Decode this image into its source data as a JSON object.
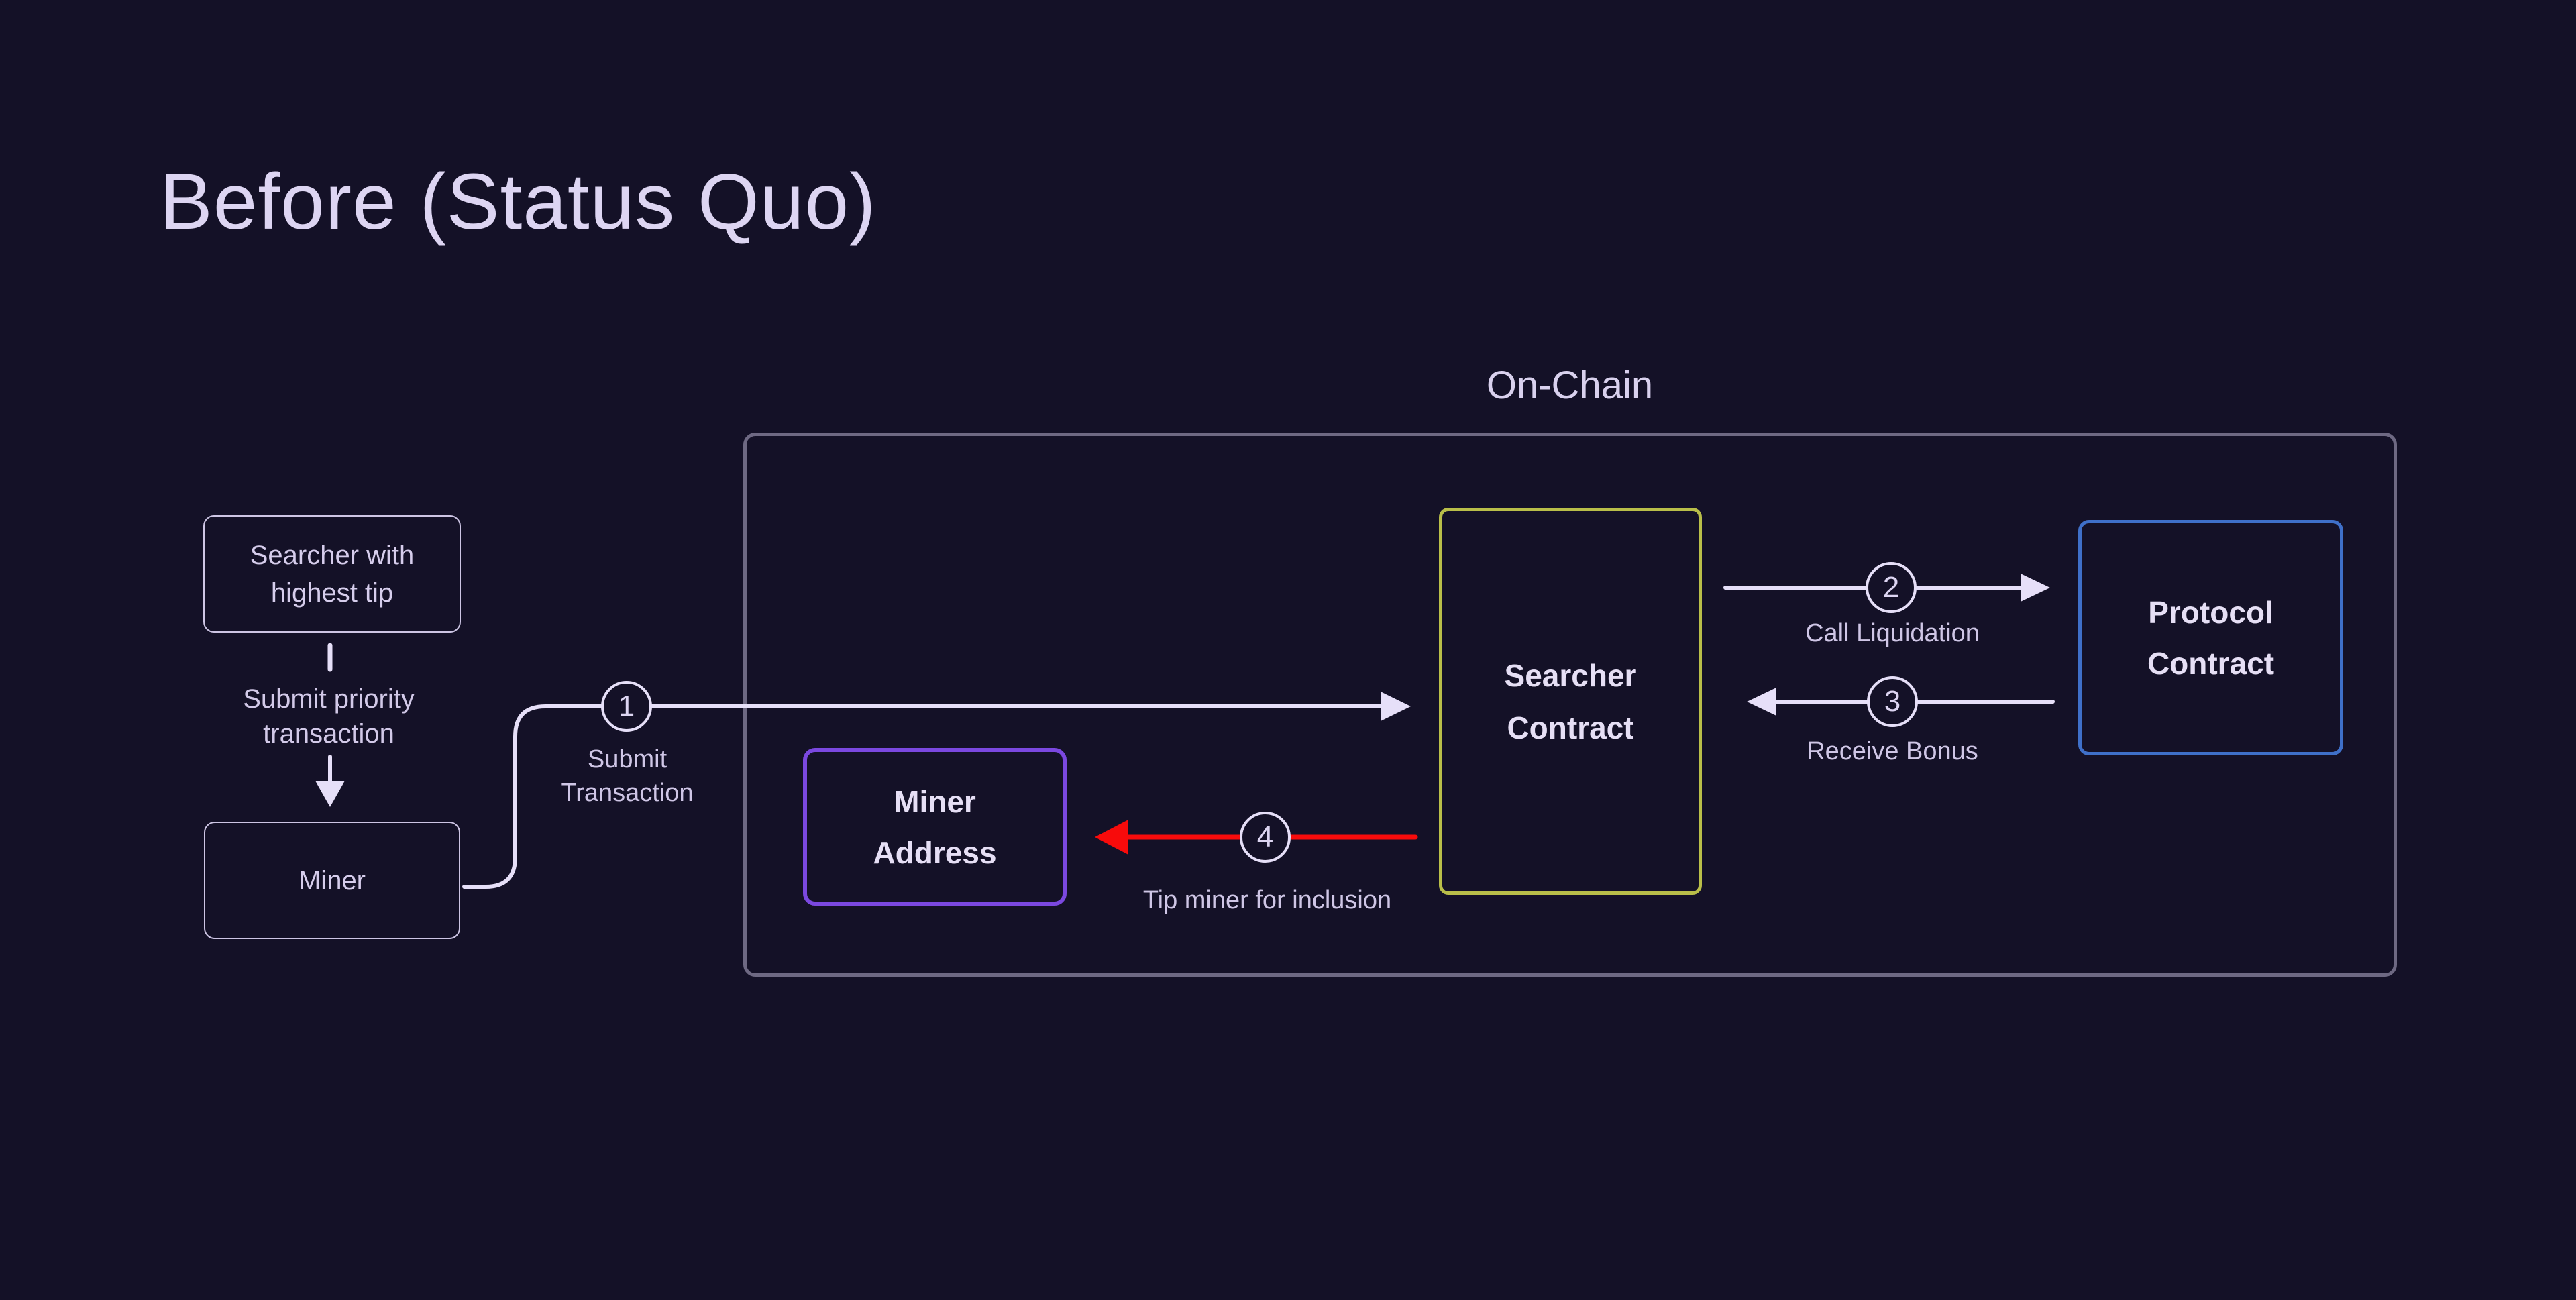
{
  "title": "Before (Status Quo)",
  "region": {
    "label": "On-Chain"
  },
  "nodes": {
    "searcher_tip": {
      "line1": "Searcher with",
      "line2": "highest tip"
    },
    "miner": {
      "label": "Miner"
    },
    "miner_address": {
      "line1": "Miner",
      "line2": "Address"
    },
    "searcher_contract": {
      "line1": "Searcher",
      "line2": "Contract"
    },
    "protocol_contract": {
      "line1": "Protocol",
      "line2": "Contract"
    }
  },
  "steps": {
    "submit_priority": {
      "line1": "Submit priority",
      "line2": "transaction"
    },
    "step1": {
      "number": "1",
      "line1": "Submit",
      "line2": "Transaction"
    },
    "step2": {
      "number": "2",
      "label": "Call Liquidation"
    },
    "step3": {
      "number": "3",
      "label": "Receive Bonus"
    },
    "step4": {
      "number": "4",
      "label": "Tip miner for inclusion"
    }
  },
  "colors": {
    "background": "#141127",
    "text": "#ddd5f2",
    "line": "#e6dff8",
    "container_border": "#6e6983",
    "node_border": "#cdc5e4",
    "searcher_contract_border": "#b9be49",
    "miner_address_border": "#7b48e0",
    "protocol_contract_border": "#3f70c9",
    "tip_arrow_red": "#f80b0b"
  }
}
